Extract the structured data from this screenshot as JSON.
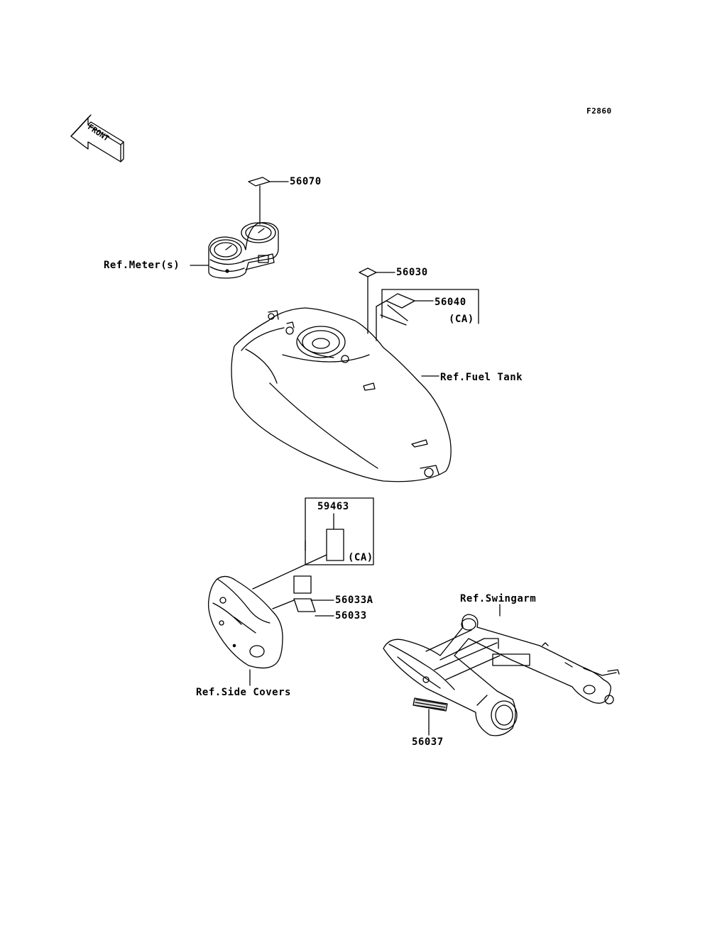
{
  "figure_code": "F2860",
  "front_arrow": {
    "text": "FRONT",
    "icon": "front-direction-arrow-icon"
  },
  "parts": {
    "p56070": "56070",
    "p56030": "56030",
    "p56040": "56040",
    "p56040_note": "(CA)",
    "p59463": "59463",
    "p59463_note": "(CA)",
    "p56033A": "56033A",
    "p56033": "56033",
    "p56037": "56037"
  },
  "refs": {
    "meter": "Ref.Meter(s)",
    "fuel_tank": "Ref.Fuel Tank",
    "swingarm": "Ref.Swingarm",
    "side_covers": "Ref.Side Covers"
  }
}
